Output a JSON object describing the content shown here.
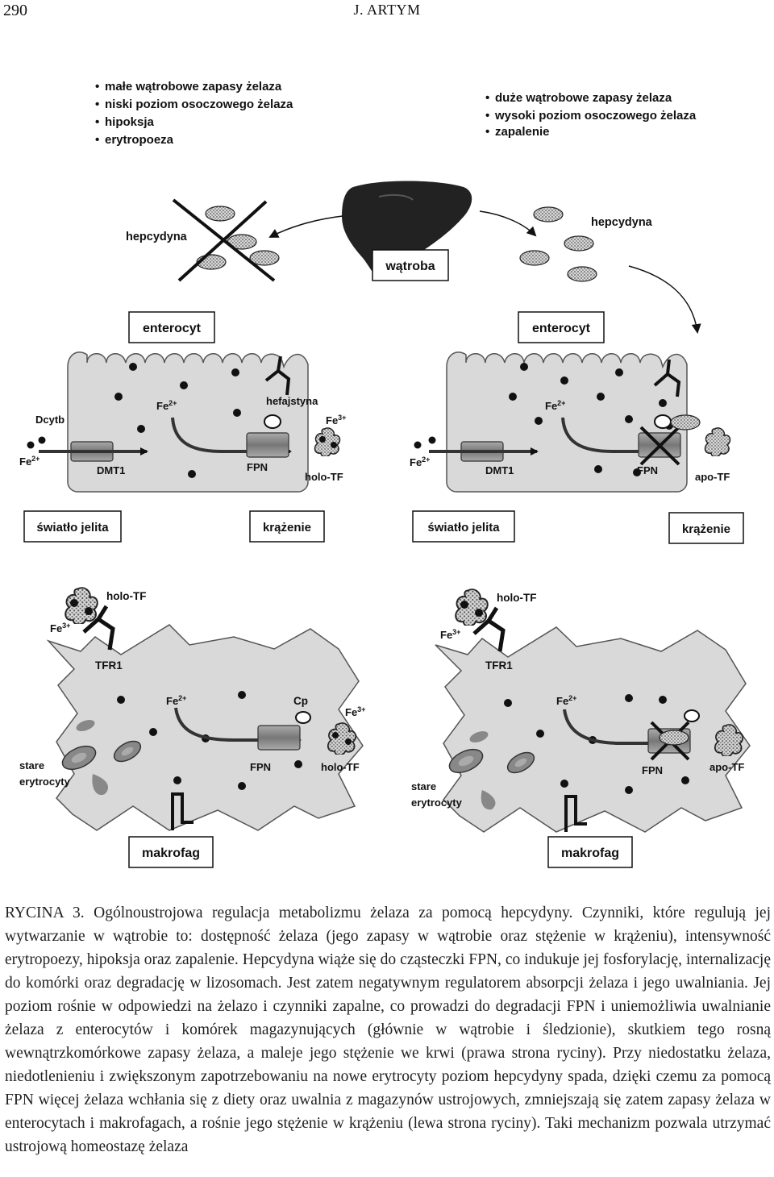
{
  "page": {
    "number": "290",
    "running_head": "J. ARTYM"
  },
  "figure": {
    "left_conditions": [
      "małe wątrobowe zapasy żelaza",
      "niski poziom osoczowego żelaza",
      "hipoksja",
      "erytropoeza"
    ],
    "right_conditions": [
      "duże wątrobowe zapasy żelaza",
      "wysoki poziom osoczowego żelaza",
      "zapalenie"
    ],
    "liver_label": "wątroba",
    "hepcidin_label": "hepcydyna",
    "enterocyte_label": "enterocyt",
    "macrophage_label": "makrofag",
    "lumen_label": "światło jelita",
    "circulation_label": "krążenie",
    "labels": {
      "dcytb": "Dcytb",
      "dmt1": "DMT1",
      "fpn": "FPN",
      "hephaestin": "hefajstyna",
      "holo_tf": "holo-TF",
      "apo_tf": "apo-TF",
      "tfr1": "TFR1",
      "cp": "Cp",
      "fe_base": "Fe",
      "fe2_sup": "2+",
      "fe3_sup": "3+",
      "old_rbc_line1": "stare",
      "old_rbc_line2": "erytrocyty"
    }
  },
  "caption": {
    "label": "RYCINA 3.",
    "text": "Ogólnoustrojowa regulacja metabolizmu żelaza za pomocą hepcydyny. Czynniki, które regulują jej wytwarzanie w wątrobie to: dostępność żelaza (jego zapasy w wątrobie oraz stężenie w krążeniu), intensywność erytropoezy, hipoksja oraz zapalenie. Hepcydyna wiąże się do cząsteczki FPN, co indukuje jej fosforylację, internalizację do komórki oraz degradację w lizosomach. Jest zatem negatywnym regulatorem absorpcji żelaza i jego uwalniania. Jej poziom rośnie w odpowiedzi na żelazo i czynniki zapalne, co prowadzi do degradacji FPN i uniemożliwia uwalnianie żelaza z enterocytów i komórek magazynujących (głównie w wątrobie i śledzionie), skutkiem tego rosną wewnątrzkomórkowe zapasy żelaza, a maleje jego stężenie we krwi (prawa strona ryciny). Przy niedostatku żelaza, niedotlenieniu i zwiększonym zapotrzebowaniu na nowe erytrocyty poziom hepcydyny spada, dzięki czemu za pomocą FPN więcej żelaza wchłania się z diety oraz uwalnia z magazynów ustrojowych, zmniejszają się zatem zapasy żelaza w enterocytach i makrofagach, a rośnie jego stężenie w krążeniu (lewa strona ryciny). Taki mechanizm pozwala utrzymać ustrojową homeostazę żelaza"
  }
}
